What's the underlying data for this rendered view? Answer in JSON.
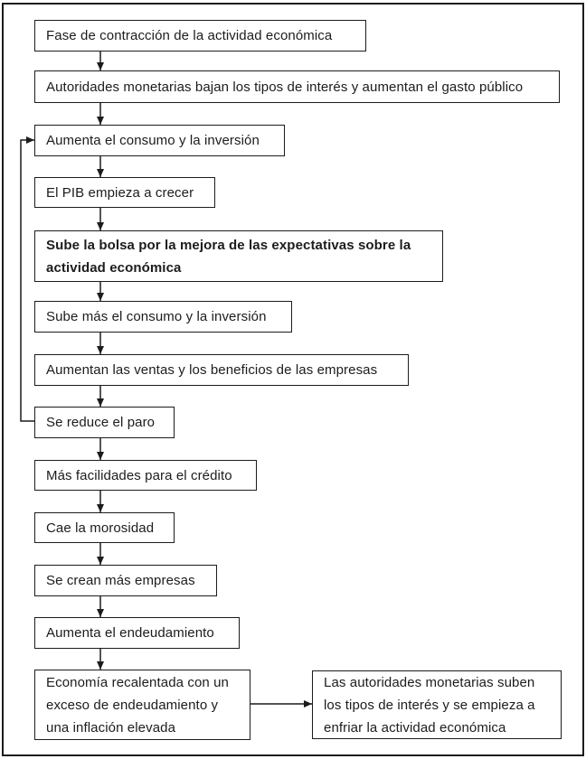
{
  "diagram": {
    "kind": "flowchart",
    "language": "es",
    "nodes": [
      {
        "id": "fase-contraccion",
        "label": "Fase de contracción de la actividad económica",
        "emphasis": "normal"
      },
      {
        "id": "autoridades-bajan-tipos",
        "label": "Autoridades monetarias bajan los tipos de interés y aumentan el gasto público",
        "emphasis": "normal"
      },
      {
        "id": "aumenta-consumo",
        "label": "Aumenta el consumo y la inversión",
        "emphasis": "normal"
      },
      {
        "id": "pib-crece",
        "label": "El PIB empieza a crecer",
        "emphasis": "normal"
      },
      {
        "id": "sube-bolsa",
        "label": "Sube la bolsa por la mejora de las expectativas sobre la actividad económica",
        "emphasis": "bold"
      },
      {
        "id": "sube-mas-consumo",
        "label": "Sube más el consumo y la inversión",
        "emphasis": "normal"
      },
      {
        "id": "aumentan-ventas",
        "label": "Aumentan las ventas y los beneficios de las empresas",
        "emphasis": "normal"
      },
      {
        "id": "se-reduce-paro",
        "label": "Se reduce el paro",
        "emphasis": "normal"
      },
      {
        "id": "mas-facilidades-credito",
        "label": "Más facilidades para el crédito",
        "emphasis": "normal"
      },
      {
        "id": "cae-morosidad",
        "label": "Cae la morosidad",
        "emphasis": "normal"
      },
      {
        "id": "se-crean-empresas",
        "label": "Se crean más empresas",
        "emphasis": "normal"
      },
      {
        "id": "aumenta-endeudamiento",
        "label": "Aumenta el endeudamiento",
        "emphasis": "normal"
      },
      {
        "id": "economia-recalentada",
        "label": "Economía recalentada con un exceso de endeudamiento y una inflación elevada",
        "emphasis": "normal"
      },
      {
        "id": "autoridades-suben-tipos",
        "label": "Las autoridades monetarias suben los tipos de interés y se empieza a enfriar la actividad económica",
        "emphasis": "normal"
      }
    ],
    "edges": [
      {
        "from": "fase-contraccion",
        "to": "autoridades-bajan-tipos",
        "type": "arrow-down"
      },
      {
        "from": "autoridades-bajan-tipos",
        "to": "aumenta-consumo",
        "type": "arrow-down"
      },
      {
        "from": "aumenta-consumo",
        "to": "pib-crece",
        "type": "arrow-down"
      },
      {
        "from": "pib-crece",
        "to": "sube-bolsa",
        "type": "arrow-down"
      },
      {
        "from": "sube-bolsa",
        "to": "sube-mas-consumo",
        "type": "arrow-down"
      },
      {
        "from": "sube-mas-consumo",
        "to": "aumentan-ventas",
        "type": "arrow-down"
      },
      {
        "from": "aumentan-ventas",
        "to": "se-reduce-paro",
        "type": "arrow-down"
      },
      {
        "from": "se-reduce-paro",
        "to": "aumenta-consumo",
        "type": "feedback-loop-left"
      },
      {
        "from": "se-reduce-paro",
        "to": "mas-facilidades-credito",
        "type": "arrow-down"
      },
      {
        "from": "mas-facilidades-credito",
        "to": "cae-morosidad",
        "type": "arrow-down"
      },
      {
        "from": "cae-morosidad",
        "to": "se-crean-empresas",
        "type": "arrow-down"
      },
      {
        "from": "se-crean-empresas",
        "to": "aumenta-endeudamiento",
        "type": "arrow-down"
      },
      {
        "from": "aumenta-endeudamiento",
        "to": "economia-recalentada",
        "type": "arrow-down"
      },
      {
        "from": "economia-recalentada",
        "to": "autoridades-suben-tipos",
        "type": "arrow-right"
      }
    ]
  },
  "colors": {
    "ink": "#1c1c1c",
    "background": "#ffffff"
  }
}
